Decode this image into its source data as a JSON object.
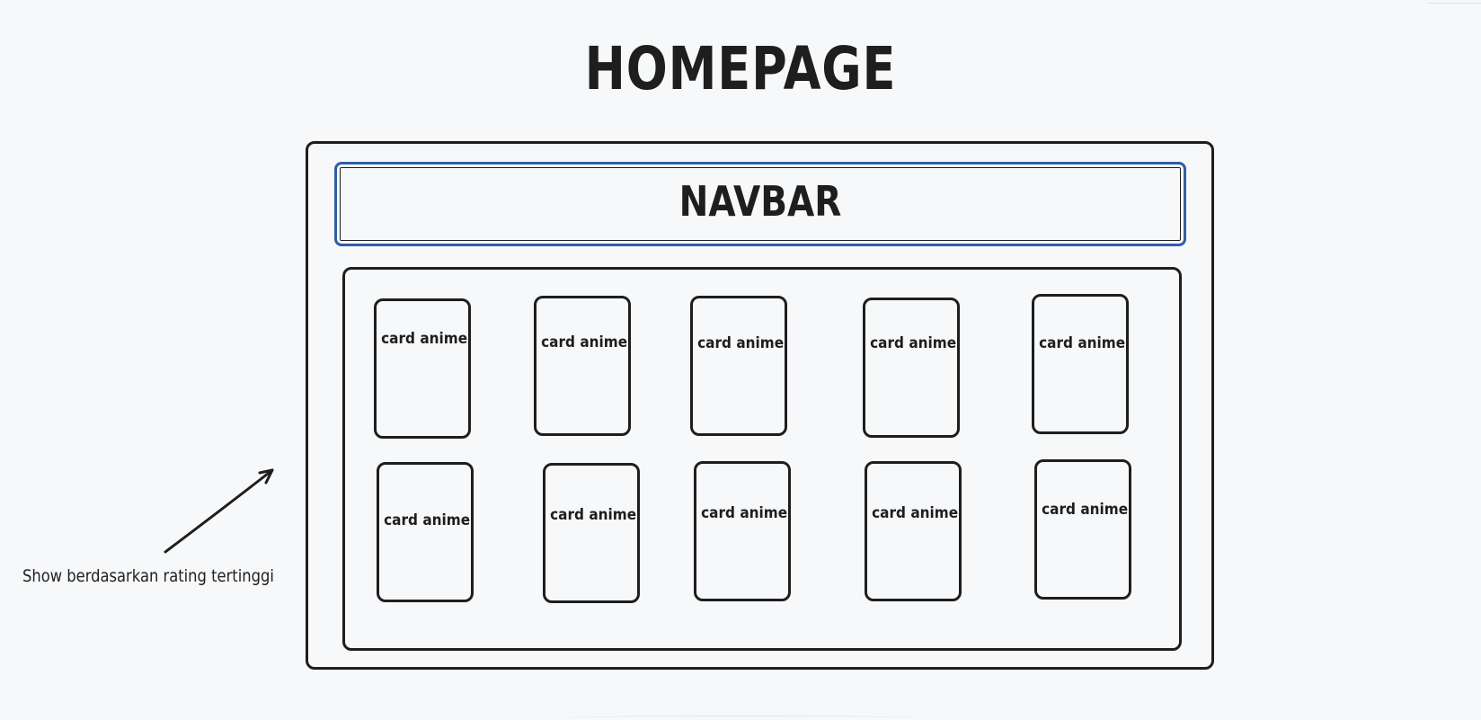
{
  "title": "HOMEPAGE",
  "navbar": {
    "label": "NAVBAR"
  },
  "cards": [
    "card anime",
    "card anime",
    "card anime",
    "card anime",
    "card anime",
    "card anime",
    "card anime",
    "card anime",
    "card anime",
    "card anime"
  ],
  "annotation": {
    "text": "Show berdasarkan rating tertinggi"
  },
  "colors": {
    "background": "#f7f8fa",
    "stroke": "#1e1e1e",
    "navbar_stroke": "#2f5ea8"
  }
}
